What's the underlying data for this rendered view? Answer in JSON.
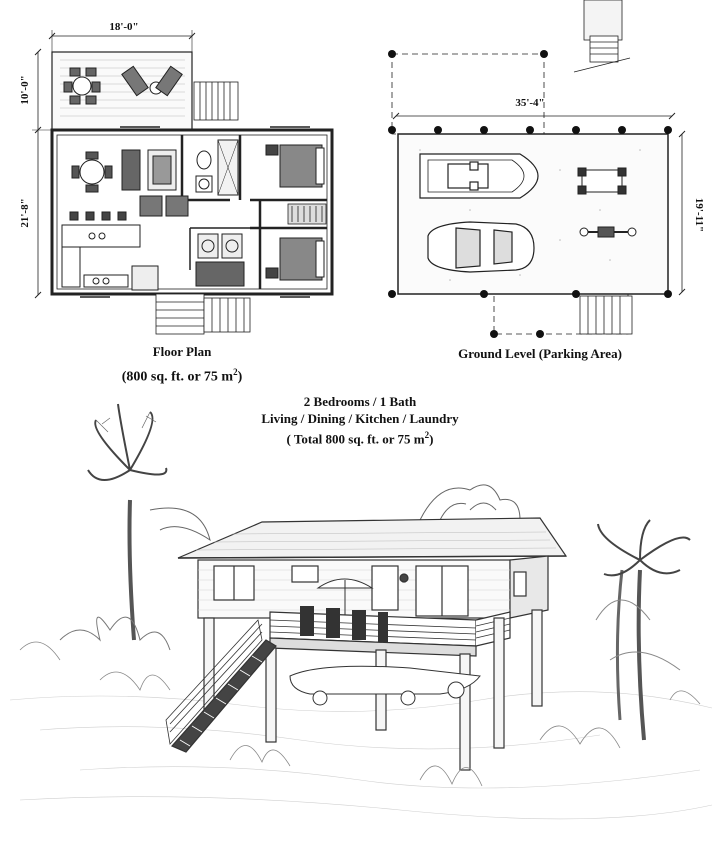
{
  "floor_plan": {
    "dim_top": "18'-0\"",
    "dim_deck_height": "10'-0\"",
    "dim_house_height": "21'-8\"",
    "caption_line1": "Floor Plan",
    "caption_line2_prefix": "(800 sq. ft. or 75 m",
    "caption_line2_sup": "2",
    "caption_line2_suffix": ")"
  },
  "ground_level": {
    "dim_width": "35'-4\"",
    "dim_height": "19'-11\"",
    "caption": "Ground Level (Parking Area)"
  },
  "summary": {
    "line1": "2 Bedrooms / 1 Bath",
    "line2": "Living / Dining / Kitchen / Laundry",
    "line3_prefix": "( Total 800 sq. ft. or 75 m",
    "line3_sup": "2",
    "line3_suffix": ")"
  }
}
